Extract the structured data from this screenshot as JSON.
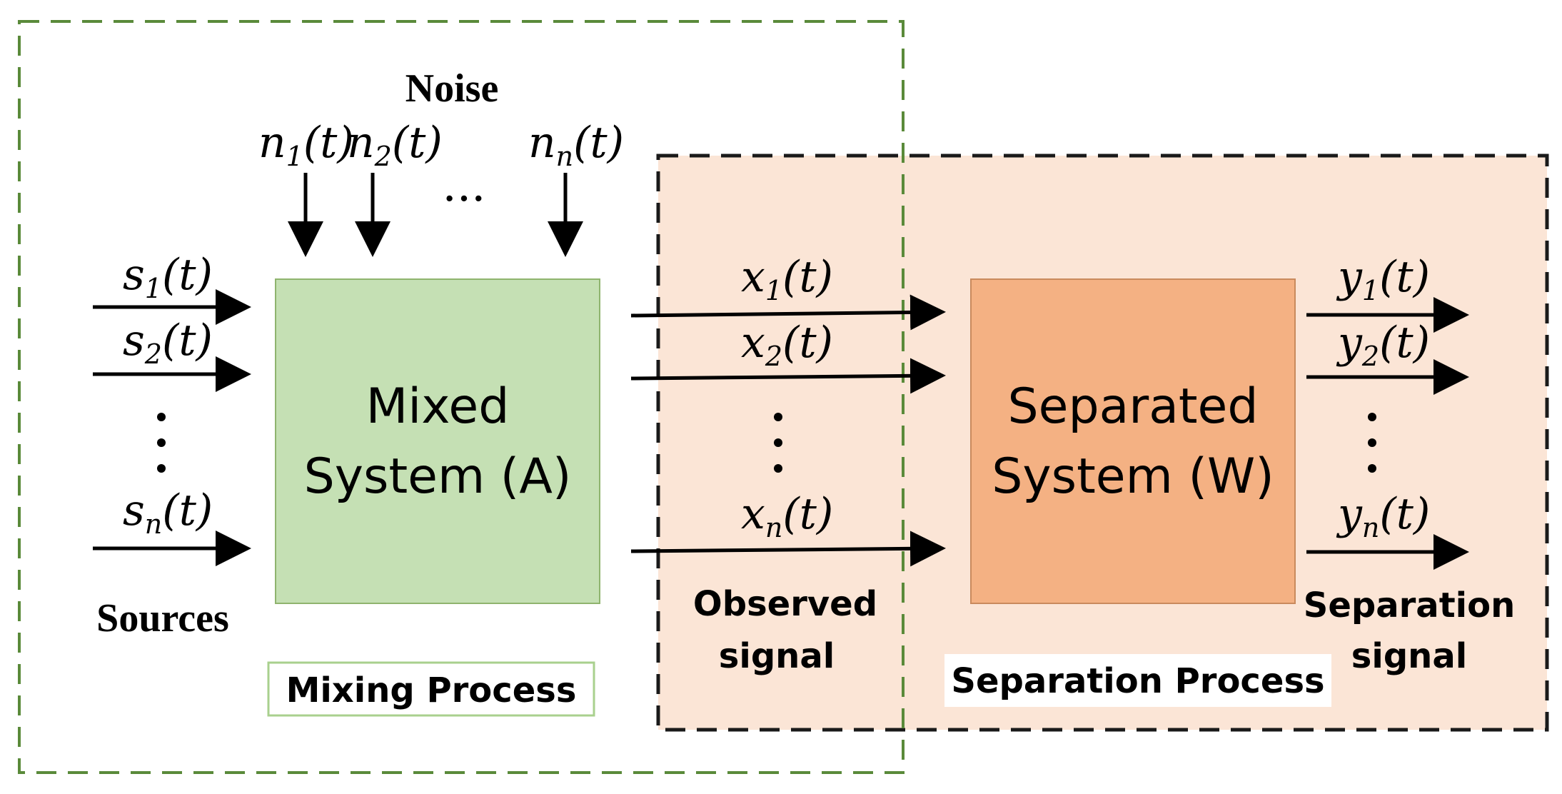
{
  "colors": {
    "mixing_frame": "#5a8a3a",
    "separation_frame": "#1a1a1a",
    "separation_bg": "#fbe5d6",
    "mixed_box_fill": "#c5e0b4",
    "mixed_box_stroke": "#8fb46e",
    "separated_box_fill": "#f4b183",
    "separated_box_stroke": "#c98a5d",
    "mixing_label_border": "#a9d08e",
    "arrow": "#000000"
  },
  "noise": {
    "title": "Noise",
    "inputs": [
      {
        "base": "n",
        "sub": "1",
        "arg": "(t)"
      },
      {
        "base": "n",
        "sub": "2",
        "arg": "(t)"
      },
      {
        "base": "n",
        "sub": "n",
        "arg": "(t)"
      }
    ],
    "ellipsis": "···"
  },
  "sources": {
    "title": "Sources",
    "signals": [
      {
        "base": "s",
        "sub": "1",
        "arg": "(t)"
      },
      {
        "base": "s",
        "sub": "2",
        "arg": "(t)"
      },
      {
        "base": "s",
        "sub": "n",
        "arg": "(t)"
      }
    ]
  },
  "mixed_system": {
    "line1": "Mixed",
    "line2": "System (A)"
  },
  "mixing_label": "Mixing Process",
  "observed": {
    "signals": [
      {
        "base": "x",
        "sub": "1",
        "arg": "(t)"
      },
      {
        "base": "x",
        "sub": "2",
        "arg": "(t)"
      },
      {
        "base": "x",
        "sub": "n",
        "arg": "(t)"
      }
    ],
    "label_line1": "Observed",
    "label_line2": "signal"
  },
  "separated_system": {
    "line1": "Separated",
    "line2": "System (W)"
  },
  "separation_label": "Separation Process",
  "outputs": {
    "signals": [
      {
        "base": "y",
        "sub": "1",
        "arg": "(t)"
      },
      {
        "base": "y",
        "sub": "2",
        "arg": "(t)"
      },
      {
        "base": "y",
        "sub": "n",
        "arg": "(t)"
      }
    ],
    "label_line1": "Separation",
    "label_line2": "signal"
  }
}
